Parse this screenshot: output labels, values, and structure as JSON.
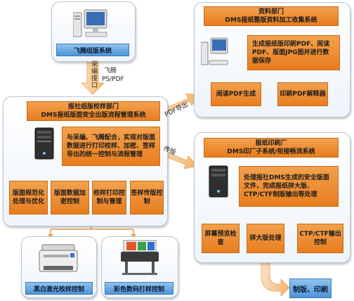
{
  "top_left": {
    "system": "飞腾组版系统",
    "arrow_vertical": "采编接口",
    "arrow_side_line1": "飞腾",
    "arrow_side_line2": "PS/PDF"
  },
  "main": {
    "title_line1": "报社组版校样部门",
    "title_line2": "DMS报纸版面安全出版流程管理系统",
    "description": "与采编、飞腾配合，实现对版面数据进行打印校样、加密、签样导出的统一控制与流程管理",
    "modules": [
      "版面规范化处理与优化",
      "版面数据加密控制",
      "校样打印控制与管理",
      "签样传版控制"
    ]
  },
  "outputs": {
    "bw_laser": "黑白激光校样控制",
    "color_digital": "彩色数码打样控制"
  },
  "data_dept": {
    "title_line1": "资料部门",
    "title_line2": "DMS报纸整版资料加工收集系统",
    "description": "生成报纸版印刷PDF、阅读PDF、版面JPG图并进行数据保存",
    "buttons": [
      "阅读PDF生成",
      "印刷PDF解释器"
    ],
    "arrow_label": "PDF导出"
  },
  "print_plant": {
    "title_line1": "报纸印刷厂",
    "title_line2": "DMS印厂子系统/衔接畅流系统",
    "description": "处理报社DMS生成的安全版面文件，完成报纸拼大版、CTP/CTF制版输出等处理",
    "buttons": [
      "屏幕预览检查",
      "拼大版处理",
      "CTP/CTF输出控制"
    ],
    "arrow_label": "传版",
    "final": "制版、印刷"
  },
  "colors": {
    "orange": "#e98a2c",
    "blue": "#5a9ee0",
    "panel_border": "#b7c6d6",
    "arrow": "#f6c98f"
  }
}
